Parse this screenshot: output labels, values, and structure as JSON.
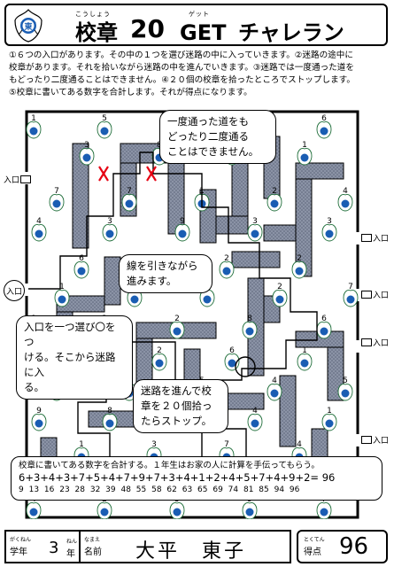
{
  "header": {
    "title_kanji": "校章",
    "title_ruby": "こうしょう",
    "title_number": "20",
    "title_get": "GET",
    "title_get_ruby": "ゲット",
    "title_challenge": "チャレラン",
    "emblem_label": "東"
  },
  "instructions": {
    "line1": "①６つの入口があります。その中の１つを選び迷路の中に入っていきます。②迷路の途中に",
    "line2": "校章があります。それを拾いながら迷路の中を進んでいきます。③迷路では一度通った道を",
    "line3": "もどったり二度通ることはできません。④２０個の校章を拾ったところでストップします。",
    "line4": "⑤校章に書いてある数字を合計します。それが得点になります。"
  },
  "bubbles": {
    "top": [
      "一度通った道をも",
      "どったり二度通る",
      "ことはできません。"
    ],
    "middle": [
      "線を引きながら",
      "進みます。"
    ],
    "left": [
      "入口を一つ選び〇をつ",
      "ける。そこから迷路に入",
      "る。"
    ],
    "bottom": [
      "迷路を進んで校",
      "章を２０個拾っ",
      "たらストップ。"
    ]
  },
  "entrances": {
    "left_top": "入口",
    "left_circled": "入口",
    "right_1": "入口",
    "right_2": "入口",
    "right_3": "入口",
    "right_4": "入口"
  },
  "emblems": [
    {
      "num": "1"
    },
    {
      "num": "5"
    },
    {
      "num": "5"
    },
    {
      "num": "6"
    },
    {
      "num": "6"
    },
    {
      "num": "3"
    },
    {
      "num": "8"
    },
    {
      "num": "3"
    },
    {
      "num": "1"
    },
    {
      "num": "7"
    },
    {
      "num": "7"
    },
    {
      "num": "1"
    },
    {
      "num": "2"
    },
    {
      "num": "4"
    },
    {
      "num": "4"
    },
    {
      "num": "3"
    },
    {
      "num": "9"
    },
    {
      "num": "3"
    },
    {
      "num": "3"
    },
    {
      "num": "6"
    },
    {
      "num": "4"
    },
    {
      "num": "2"
    },
    {
      "num": "2"
    },
    {
      "num": "1"
    },
    {
      "num": "6"
    },
    {
      "num": "5"
    },
    {
      "num": "2"
    },
    {
      "num": "7"
    },
    {
      "num": "9"
    },
    {
      "num": "3"
    },
    {
      "num": "2"
    },
    {
      "num": "8"
    },
    {
      "num": "6"
    },
    {
      "num": "3"
    },
    {
      "num": "2"
    },
    {
      "num": "6"
    },
    {
      "num": "1"
    },
    {
      "num": "1"
    },
    {
      "num": "4"
    },
    {
      "num": "5"
    },
    {
      "num": "4"
    },
    {
      "num": "5"
    },
    {
      "num": "9"
    },
    {
      "num": "8"
    },
    {
      "num": "7"
    },
    {
      "num": "4"
    },
    {
      "num": "1"
    },
    {
      "num": "1"
    },
    {
      "num": "3"
    },
    {
      "num": "7"
    },
    {
      "num": "4"
    },
    {
      "num": "3"
    },
    {
      "num": "9"
    },
    {
      "num": "5"
    },
    {
      "num": "8"
    },
    {
      "num": "5"
    },
    {
      "num": "4"
    },
    {
      "num": "2"
    },
    {
      "num": "5"
    },
    {
      "num": "9"
    },
    {
      "num": "7"
    },
    {
      "num": "3"
    },
    {
      "num": "5"
    },
    {
      "num": "6"
    },
    {
      "num": "1"
    }
  ],
  "calc": {
    "title": "校章に書いてある数字を合計する。１年生はお家の人に計算を手伝ってもらう。",
    "expression": "6+3+4+3+7+5+4+7+9+7+3+4+1+2+4+5+7+4+9+2= 96",
    "running_sums": "9 13 16 23 28 32 39 48 55 58 62 63 65 69 74 81 85 94 96"
  },
  "footer": {
    "grade_label": "学年",
    "grade_ruby": "がくねん",
    "grade_value": "3",
    "nen_label": "年",
    "nen_ruby": "ねん",
    "name_label": "名前",
    "name_ruby": "なまえ",
    "name_value": "大平　東子",
    "score_label": "得点",
    "score_ruby": "とくてん",
    "score_value": "96"
  }
}
